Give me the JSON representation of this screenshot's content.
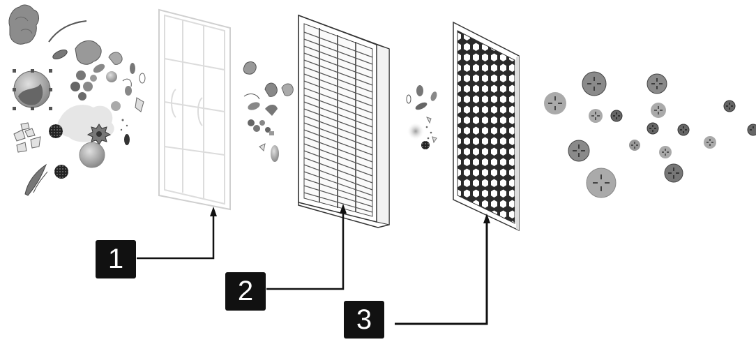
{
  "callouts": {
    "one": "1",
    "two": "2",
    "three": "3"
  },
  "colors": {
    "ink": "#111111",
    "particle_gray": "#9a9a9a",
    "particle_dark": "#555555",
    "frame_outline": "#cfcfcf"
  }
}
